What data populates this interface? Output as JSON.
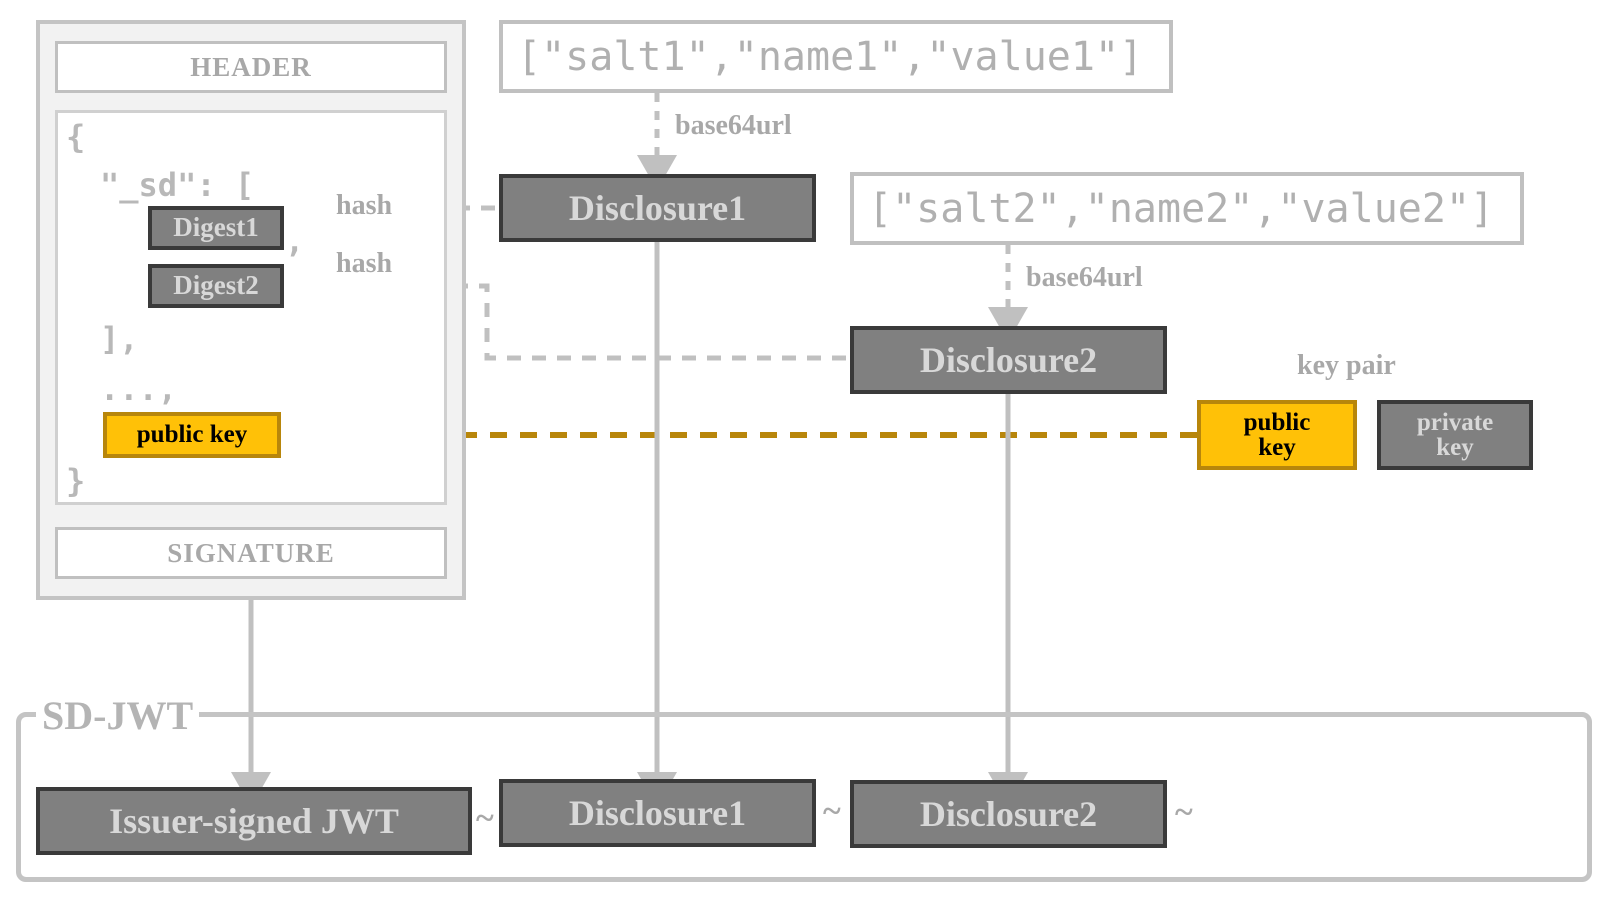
{
  "diagram": {
    "title": "SD-JWT issuance structure",
    "colors": {
      "gray_fill": "#808080",
      "gray_border": "#3a3a3a",
      "gray_text": "#d8d8d8",
      "yellow_fill": "#FFC107",
      "yellow_border": "#B8860B",
      "light_gray": "#c0c0c0",
      "label_gray": "#a8a8a8",
      "panel_gray": "#f2f2f2"
    }
  },
  "jwt": {
    "header_label": "HEADER",
    "signature_label": "SIGNATURE",
    "payload": {
      "open_brace": "{",
      "sd_key": "\"_sd\": [",
      "digest1": "Digest1",
      "comma_after_digest1": ",",
      "digest2": "Digest2",
      "close_bracket": "],",
      "ellipsis": "...,",
      "public_key": "public key",
      "close_brace": "}"
    }
  },
  "disclosures": [
    {
      "array_text": "[\"salt1\",\"name1\",\"value1\"]",
      "encode_label": "base64url",
      "box_label": "Disclosure1",
      "hash_label": "hash"
    },
    {
      "array_text": "[\"salt2\",\"name2\",\"value2\"]",
      "encode_label": "base64url",
      "box_label": "Disclosure2",
      "hash_label": "hash"
    }
  ],
  "key_pair": {
    "title": "key pair",
    "public_key_label": "public\nkey",
    "public_key_line1": "public",
    "public_key_line2": "key",
    "private_key_line1": "private",
    "private_key_line2": "key"
  },
  "sd_jwt": {
    "frame_title": "SD-JWT",
    "separator": "~",
    "parts": [
      {
        "label": "Issuer-signed JWT"
      },
      {
        "label": "Disclosure1"
      },
      {
        "label": "Disclosure2"
      }
    ]
  }
}
